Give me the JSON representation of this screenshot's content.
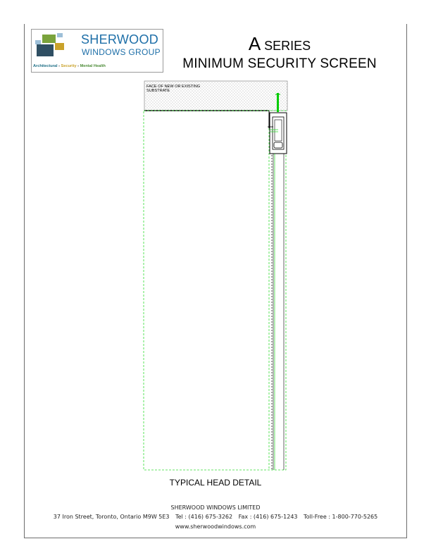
{
  "logo": {
    "brand_line1": "SHERWOOD",
    "brand_line2": "WINDOWS GROUP",
    "tagline_1": "Architectural",
    "tagline_sep1": " - ",
    "tagline_2": "Security",
    "tagline_sep2": " - ",
    "tagline_3": "Mental Health",
    "colors": {
      "brand_blue": "#1e6fa8",
      "steel_gray": "#2f4f63",
      "green": "#7aa33c",
      "gold": "#c9a22a",
      "light_blue": "#9dbfd8"
    }
  },
  "header": {
    "series_letter": "A",
    "series_word": " SERIES",
    "subtitle": "MINIMUM SECURITY SCREEN"
  },
  "drawing": {
    "substrate_label_1": "FACE OF NEW OR EXISTING",
    "substrate_label_2": "SUBSTRATE",
    "colors": {
      "dashed_outline": "#33dd33",
      "anchor": "#00cc00"
    }
  },
  "caption": "TYPICAL HEAD DETAIL",
  "footer": {
    "company": "SHERWOOD WINDOWS LIMITED",
    "address": "37 Iron Street,   Toronto,   Ontario   M9W 5E3",
    "tel": "Tel :  (416) 675-3262",
    "fax": "Fax :  (416) 675-1243",
    "tollfree": "Toll-Free :  1-800-770-5265",
    "website": "www.sherwoodwindows.com"
  }
}
